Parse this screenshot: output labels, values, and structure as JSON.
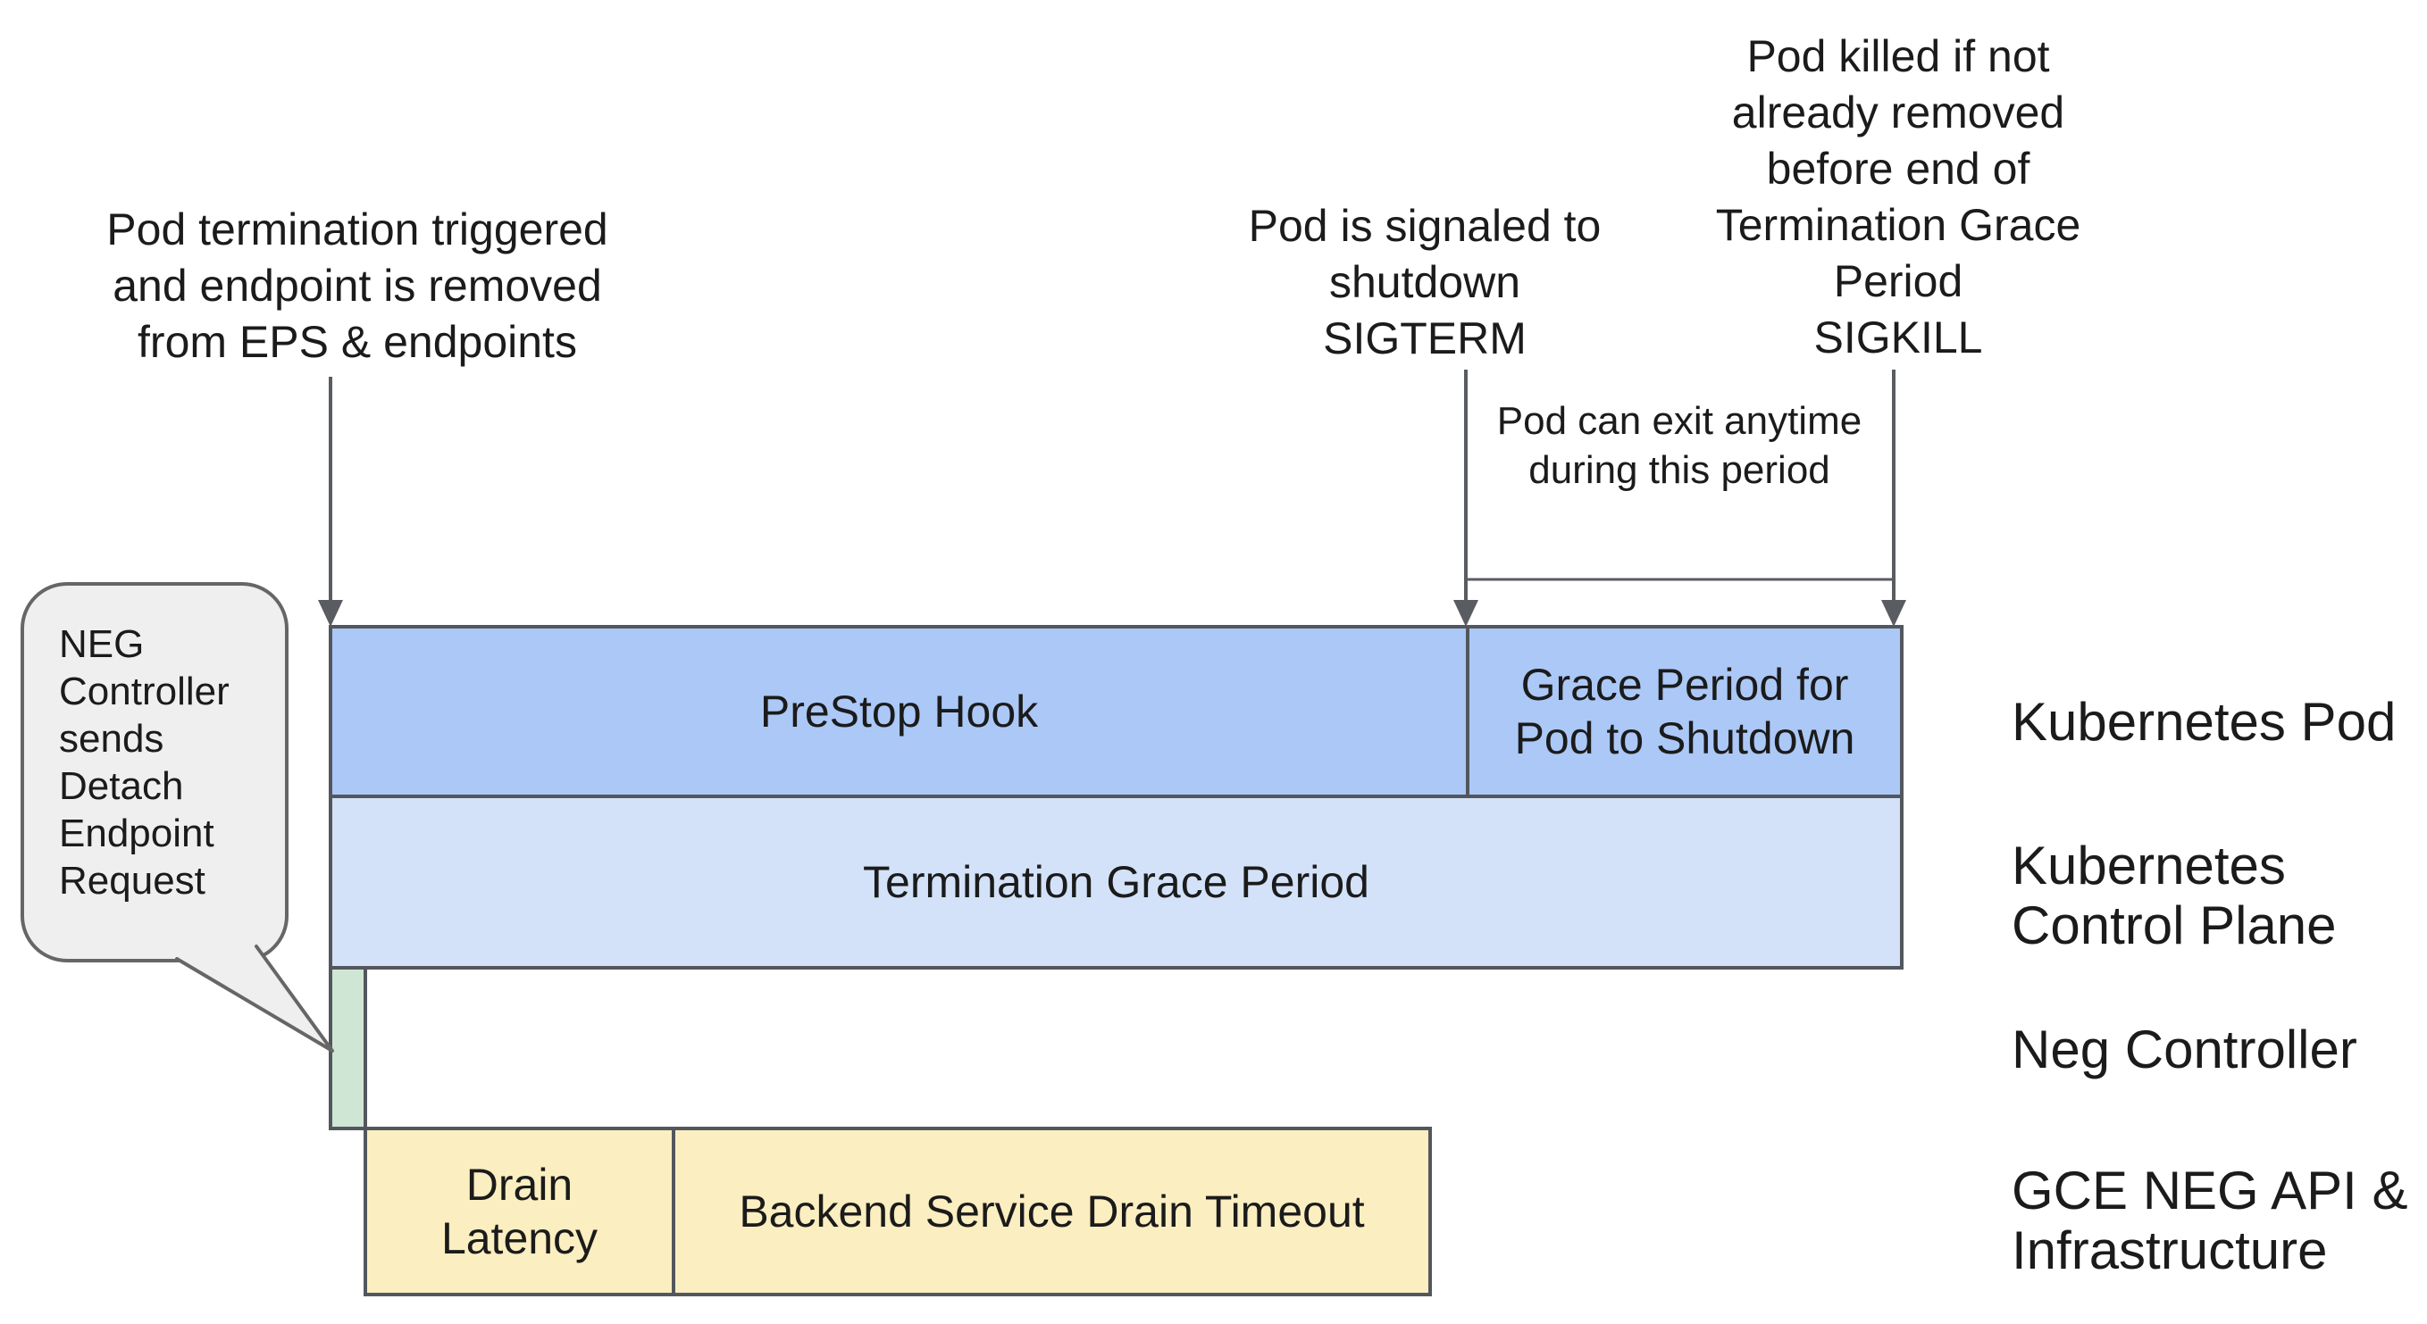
{
  "annotations": {
    "pod_termination": "Pod termination triggered\nand endpoint is removed\nfrom EPS & endpoints",
    "sigterm": "Pod is signaled to\nshutdown\nSIGTERM",
    "sigkill": "Pod killed if not\nalready removed\nbefore end of\nTermination Grace\nPeriod\nSIGKILL",
    "pod_can_exit": "Pod can exit anytime\nduring this period",
    "neg_callout": "NEG\nController\nsends\nDetach\nEndpoint\nRequest"
  },
  "bars": {
    "prestop_hook": "PreStop Hook",
    "grace_period_pod_shutdown": "Grace Period for\nPod to Shutdown",
    "termination_grace_period": "Termination Grace Period",
    "drain_latency": "Drain\nLatency",
    "backend_service_drain_timeout": "Backend Service Drain Timeout"
  },
  "lanes": {
    "kubernetes_pod": "Kubernetes Pod",
    "kubernetes_control_plane": "Kubernetes\nControl Plane",
    "neg_controller": "Neg Controller",
    "gce_neg_api": "GCE NEG API &\nInfrastructure"
  },
  "colors": {
    "bar_blue": "#abc8f7",
    "bar_light_blue": "#d3e2f9",
    "bar_green": "#d0e6d4",
    "bar_yellow": "#fbeec0",
    "callout_fill": "#efefef",
    "callout_border": "#666666",
    "bar_border": "#53575d",
    "arrow": "#595c60",
    "text": "#1b1b1b"
  }
}
